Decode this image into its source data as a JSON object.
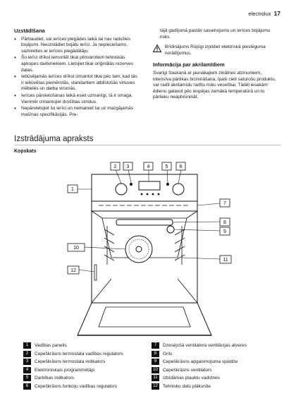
{
  "header": {
    "brand": "electrolux",
    "page": "17"
  },
  "left_column": {
    "heading": "Uzstādīšana",
    "items": [
      "Pārbaudiet, vai ierīces piegādes laikā tai nav radušies bojājumi. Neuzstādiet bojātu ierīci. Ja nepieciešams, sazinieties ar ierīces piegādātāju.",
      "Šo ierīci drīkst iemontēt tikai pilnvarotiem tehniskās apkopes darbiniekiem. Lietojiet tikai oriģinālās rezerves daļas.",
      "Iebūvējamās ierīces drīkst izmantot tikai pēc tam, kad tās ir iebūvētas piemērotās, standartiem atbilstošās virtuves mēbelēs un darba virsmās.",
      "Ierīces pārvietošanas laikā esiet uzmanīgi, tā ir smaga. Vienmēr izmantojiet drošības cimdus.",
      "Nepārvietojiet šo ierīci un nemainiet tai uz mazgājamās mašīnas specifikācijās. Pre-"
    ]
  },
  "right_column": {
    "continuation": "tājā gadījumā pastāv savainojumu un ierīces bojājumu risks.",
    "warning": "Brīdinājums Rūpīgi izpildiet elektriskā pieslēguma norādījumus.",
    "heading": "Informācija par akrilamīdiem",
    "body": "Svarīgi Saskaņā ar jaunākajiem zinātnes atzinumiem, intensīva pārtikas brūnināšana, īpaši cieti saturošu produktu, var radīt akrilamīdu radītu risku veselībai. Tādēļ iesakām ēdienu gatavot pēc iespējas zemākā temperatūrā un to pārlieku neapbrūnināt."
  },
  "section_title": "Izstrādājuma apraksts",
  "subheading": "Kopskats",
  "callouts": {
    "c1": "1",
    "c2": "2",
    "c3": "3",
    "c4": "4",
    "c5": "5",
    "c6": "6",
    "c7": "7",
    "c8": "8",
    "c9": "9",
    "c10": "10",
    "c11": "11",
    "c12": "12"
  },
  "legend": [
    {
      "num": "1",
      "label": "Vadības panelis"
    },
    {
      "num": "2",
      "label": "Cepeškrāsns termostata vadības regulators"
    },
    {
      "num": "3",
      "label": "Cepeškrāsns termostata indikators"
    },
    {
      "num": "4",
      "label": "Elektroniskais programmētājs"
    },
    {
      "num": "5",
      "label": "Darbības indikators"
    },
    {
      "num": "6",
      "label": "Cepeškrāsns funkciju vadības regulators"
    },
    {
      "num": "7",
      "label": "Dzesējošā ventilatora ventilācijas atveres"
    },
    {
      "num": "8",
      "label": "Grils"
    },
    {
      "num": "9",
      "label": "Cepeškrāsns apgaismojuma spuldze"
    },
    {
      "num": "10",
      "label": "Cepeškrāsns ventilators"
    },
    {
      "num": "11",
      "label": "Izbīdāmas plauktu vadotnes"
    },
    {
      "num": "12",
      "label": "Tehnisko datu plāksnīte"
    }
  ]
}
